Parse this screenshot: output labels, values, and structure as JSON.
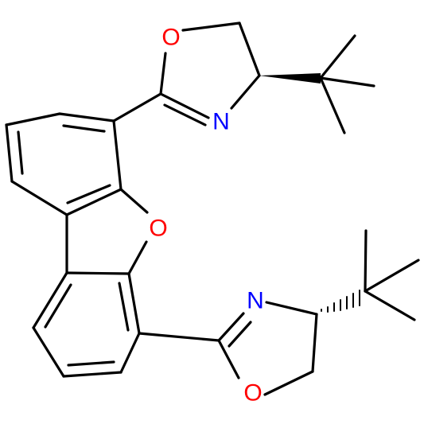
{
  "colors": {
    "background": "#ffffff",
    "bond": "#000000",
    "oxygen": "#ff0000",
    "nitrogen": "#0000ff"
  },
  "atoms": {
    "o_furan": "O",
    "o_ox1": "O",
    "n_ox1": "N",
    "o_ox2": "O",
    "n_ox2": "N"
  }
}
